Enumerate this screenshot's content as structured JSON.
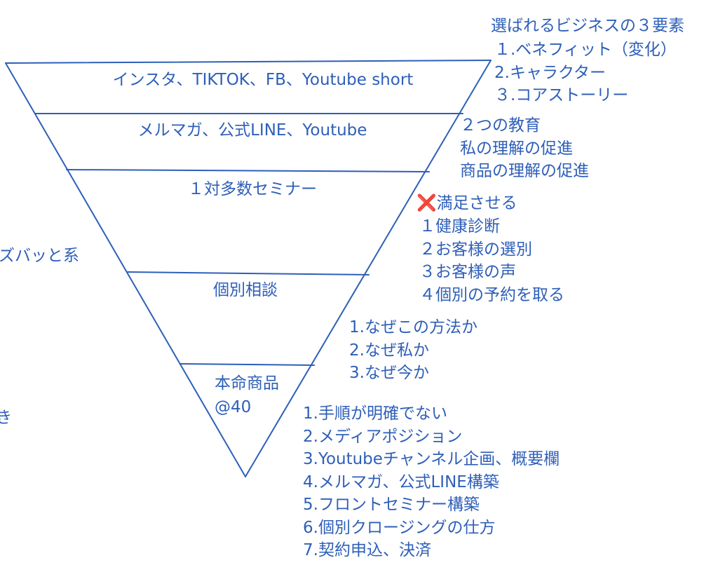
{
  "funnel": {
    "layers": [
      {
        "label": "インスタ、TIKTOK、FB、Youtube short"
      },
      {
        "label": "メルマガ、公式LINE、Youtube"
      },
      {
        "label": "１対多数セミナー"
      },
      {
        "label": "個別相談"
      },
      {
        "label_lines": [
          "本命商品",
          "@40"
        ]
      }
    ]
  },
  "left_fragments": {
    "fragment_1": "ズバッと系",
    "fragment_2": "き"
  },
  "notes": {
    "three_elements": {
      "title": "選ばれるビジネスの３要素",
      "items": [
        "１.ベネフィット（変化）",
        "2.キャラクター",
        "３.コアストーリー"
      ]
    },
    "education": {
      "items": [
        "２つの教育",
        "私の理解の促進",
        "商品の理解の促進"
      ]
    },
    "satisfaction": {
      "cross_icon": "❌",
      "title": "満足させる",
      "items": [
        "１健康診断",
        "２お客様の選別",
        "３お客様の声",
        "４個別の予約を取る"
      ]
    },
    "why": {
      "items": [
        "1.なぜこの方法か",
        "2.なぜ私か",
        "3.なぜ今か"
      ]
    },
    "steps": {
      "items": [
        "1.手順が明確でない",
        "2.メディアポジション",
        "3.Youtubeチャンネル企画、概要欄",
        "4.メルマガ、公式LINE構築",
        "5.フロントセミナー構築",
        "6.個別クロージングの仕方",
        "7.契約申込、決済"
      ]
    }
  },
  "colors": {
    "ink": "#2e5fb8",
    "cross": "#d93a2b"
  }
}
